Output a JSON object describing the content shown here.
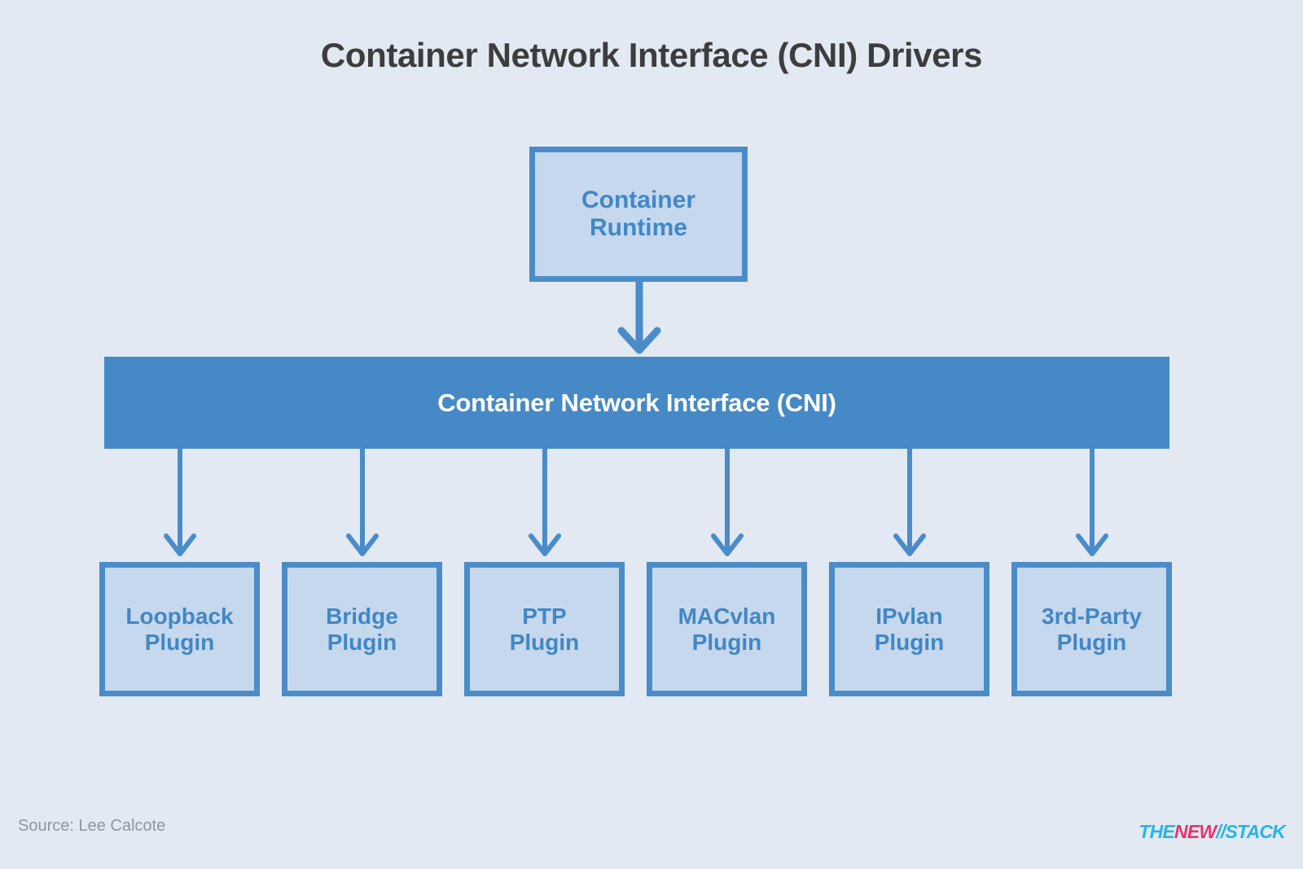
{
  "title": "Container Network Interface (CNI) Drivers",
  "colors": {
    "background": "#e2e9f3",
    "title_text": "#3d3d3d",
    "box_fill": "#c6d8ee",
    "box_border": "#4a8cc9",
    "box_text": "#4187c6",
    "bar_fill": "#4689c7",
    "bar_text": "#ffffff",
    "arrow": "#4a8cc9",
    "source_text": "#8e96a3",
    "logo_cyan": "#27b4e8",
    "logo_pink": "#e8336d"
  },
  "diagram": {
    "type": "hierarchy",
    "root": {
      "id": "container-runtime",
      "label": "Container\nRuntime"
    },
    "interface_bar": {
      "id": "cni-bar",
      "label": "Container Network Interface (CNI)"
    },
    "plugins": [
      {
        "id": "loopback-plugin",
        "label": "Loopback\nPlugin"
      },
      {
        "id": "bridge-plugin",
        "label": "Bridge\nPlugin"
      },
      {
        "id": "ptp-plugin",
        "label": "PTP\nPlugin"
      },
      {
        "id": "macvlan-plugin",
        "label": "MACvlan\nPlugin"
      },
      {
        "id": "ipvlan-plugin",
        "label": "IPvlan\nPlugin"
      },
      {
        "id": "thirdparty-plugin",
        "label": "3rd-Party\nPlugin"
      }
    ],
    "connectors": [
      {
        "from": "container-runtime",
        "to": "cni-bar",
        "style": "arrow-down"
      },
      {
        "from": "cni-bar",
        "to": "loopback-plugin",
        "style": "arrow-down"
      },
      {
        "from": "cni-bar",
        "to": "bridge-plugin",
        "style": "arrow-down"
      },
      {
        "from": "cni-bar",
        "to": "ptp-plugin",
        "style": "arrow-down"
      },
      {
        "from": "cni-bar",
        "to": "macvlan-plugin",
        "style": "arrow-down"
      },
      {
        "from": "cni-bar",
        "to": "ipvlan-plugin",
        "style": "arrow-down"
      },
      {
        "from": "cni-bar",
        "to": "thirdparty-plugin",
        "style": "arrow-down"
      }
    ]
  },
  "footer": {
    "source": "Source: Lee Calcote",
    "logo": {
      "part1": "THE",
      "part2": "NEW",
      "part3": "//",
      "part4": "STACK"
    }
  }
}
